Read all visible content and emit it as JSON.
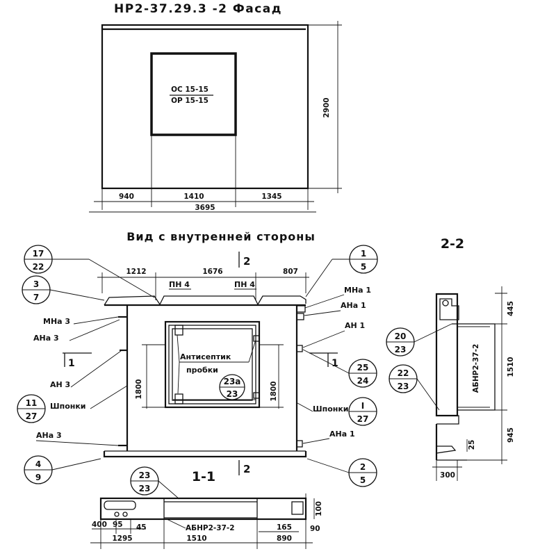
{
  "facade": {
    "title": "НР2-37.29.3 -2 Фасад",
    "window_mark_top": "ОС 15-15",
    "window_mark_bottom": "ОР 15-15",
    "height": "2900",
    "dims": [
      "940",
      "1410",
      "1345"
    ],
    "total": "3695"
  },
  "inner_view": {
    "title": "Вид с внутренней стороны",
    "top_dims": [
      "1212",
      "1676",
      "807"
    ],
    "pn_left": "ПН 4",
    "pn_right": "ПН 4",
    "section_mark": "2",
    "section_mark_bottom": "2",
    "left_cut_mark": "1",
    "right_cut_mark": "1",
    "labels": {
      "mna3": "МНа 3",
      "ana3_top": "АНа 3",
      "an3": "АН 3",
      "shponki_left": "Шпонки",
      "ana3_bottom": "АНа 3",
      "mna1": "МНа 1",
      "ana1_top": "АНа 1",
      "an1": "АН 1",
      "shponki_right": "Шпонки",
      "ana1_bottom": "АНа 1",
      "antiseptic_line1": "Антисептик",
      "antiseptic_line2": "пробки"
    },
    "height_left": "1800",
    "height_right": "1800",
    "bubbles": {
      "b17": {
        "top": "17",
        "bottom": "22"
      },
      "b3": {
        "top": "3",
        "bottom": "7"
      },
      "b11": {
        "top": "11",
        "bottom": "27"
      },
      "b4": {
        "top": "4",
        "bottom": "9"
      },
      "b1": {
        "top": "1",
        "bottom": "5"
      },
      "b25": {
        "top": "25",
        "bottom": "24"
      },
      "bI": {
        "top": "I",
        "bottom": "27"
      },
      "b2": {
        "top": "2",
        "bottom": "5"
      },
      "b23a": {
        "top": "23а",
        "bottom": "23"
      }
    }
  },
  "section_2_2": {
    "title": "2-2",
    "dims": [
      "445",
      "1510",
      "945"
    ],
    "small_dim": "25",
    "width": "300",
    "vertical_label": "АБНР2-37-2",
    "bubbles": {
      "b20": {
        "top": "20",
        "bottom": "23"
      },
      "b22": {
        "top": "22",
        "bottom": "23"
      }
    }
  },
  "section_1_1": {
    "title": "1-1",
    "bubble": {
      "top": "23",
      "bottom": "23"
    },
    "dims_left": [
      "400",
      "95",
      "45"
    ],
    "label": "АБНР2-37-2",
    "dim_165": "165",
    "dim_90": "90",
    "dim_100": "100",
    "bottom_dims": [
      "1295",
      "1510",
      "890"
    ]
  }
}
